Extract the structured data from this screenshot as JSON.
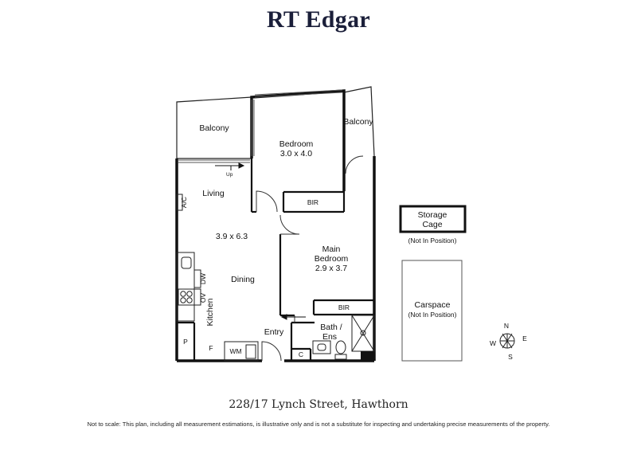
{
  "brand": "RT Edgar",
  "address": "228/17 Lynch Street, Hawthorn",
  "disclaimer": "Not to scale: This plan, including all measurement estimations, is illustrative only and is not a substitute for inspecting and undertaking precise measurements of the property.",
  "rooms": {
    "balcony_left": "Balcony",
    "balcony_right": "Balcony",
    "bedroom": "Bedroom",
    "bedroom_size": "3.0 x 4.0",
    "bir_top": "BIR",
    "living": "Living",
    "living_size": "3.9 x 6.3",
    "dining": "Dining",
    "main_bedroom_1": "Main",
    "main_bedroom_2": "Bedroom",
    "main_bedroom_size": "2.9 x 3.7",
    "bir_bottom": "BIR",
    "kitchen": "Kitchen",
    "entry": "Entry",
    "bath_1": "Bath /",
    "bath_2": "Ens",
    "ac": "A/C",
    "dw": "DW",
    "ov": "OV",
    "pantry": "P",
    "fridge": "F",
    "wm": "WM",
    "cupboard": "C",
    "up": "Up"
  },
  "storage": {
    "label_1": "Storage",
    "label_2": "Cage",
    "note": "(Not In Position)"
  },
  "carspace": {
    "label": "Carspace",
    "note": "(Not In Position)"
  },
  "compass": {
    "n": "N",
    "e": "E",
    "s": "S",
    "w": "W"
  }
}
